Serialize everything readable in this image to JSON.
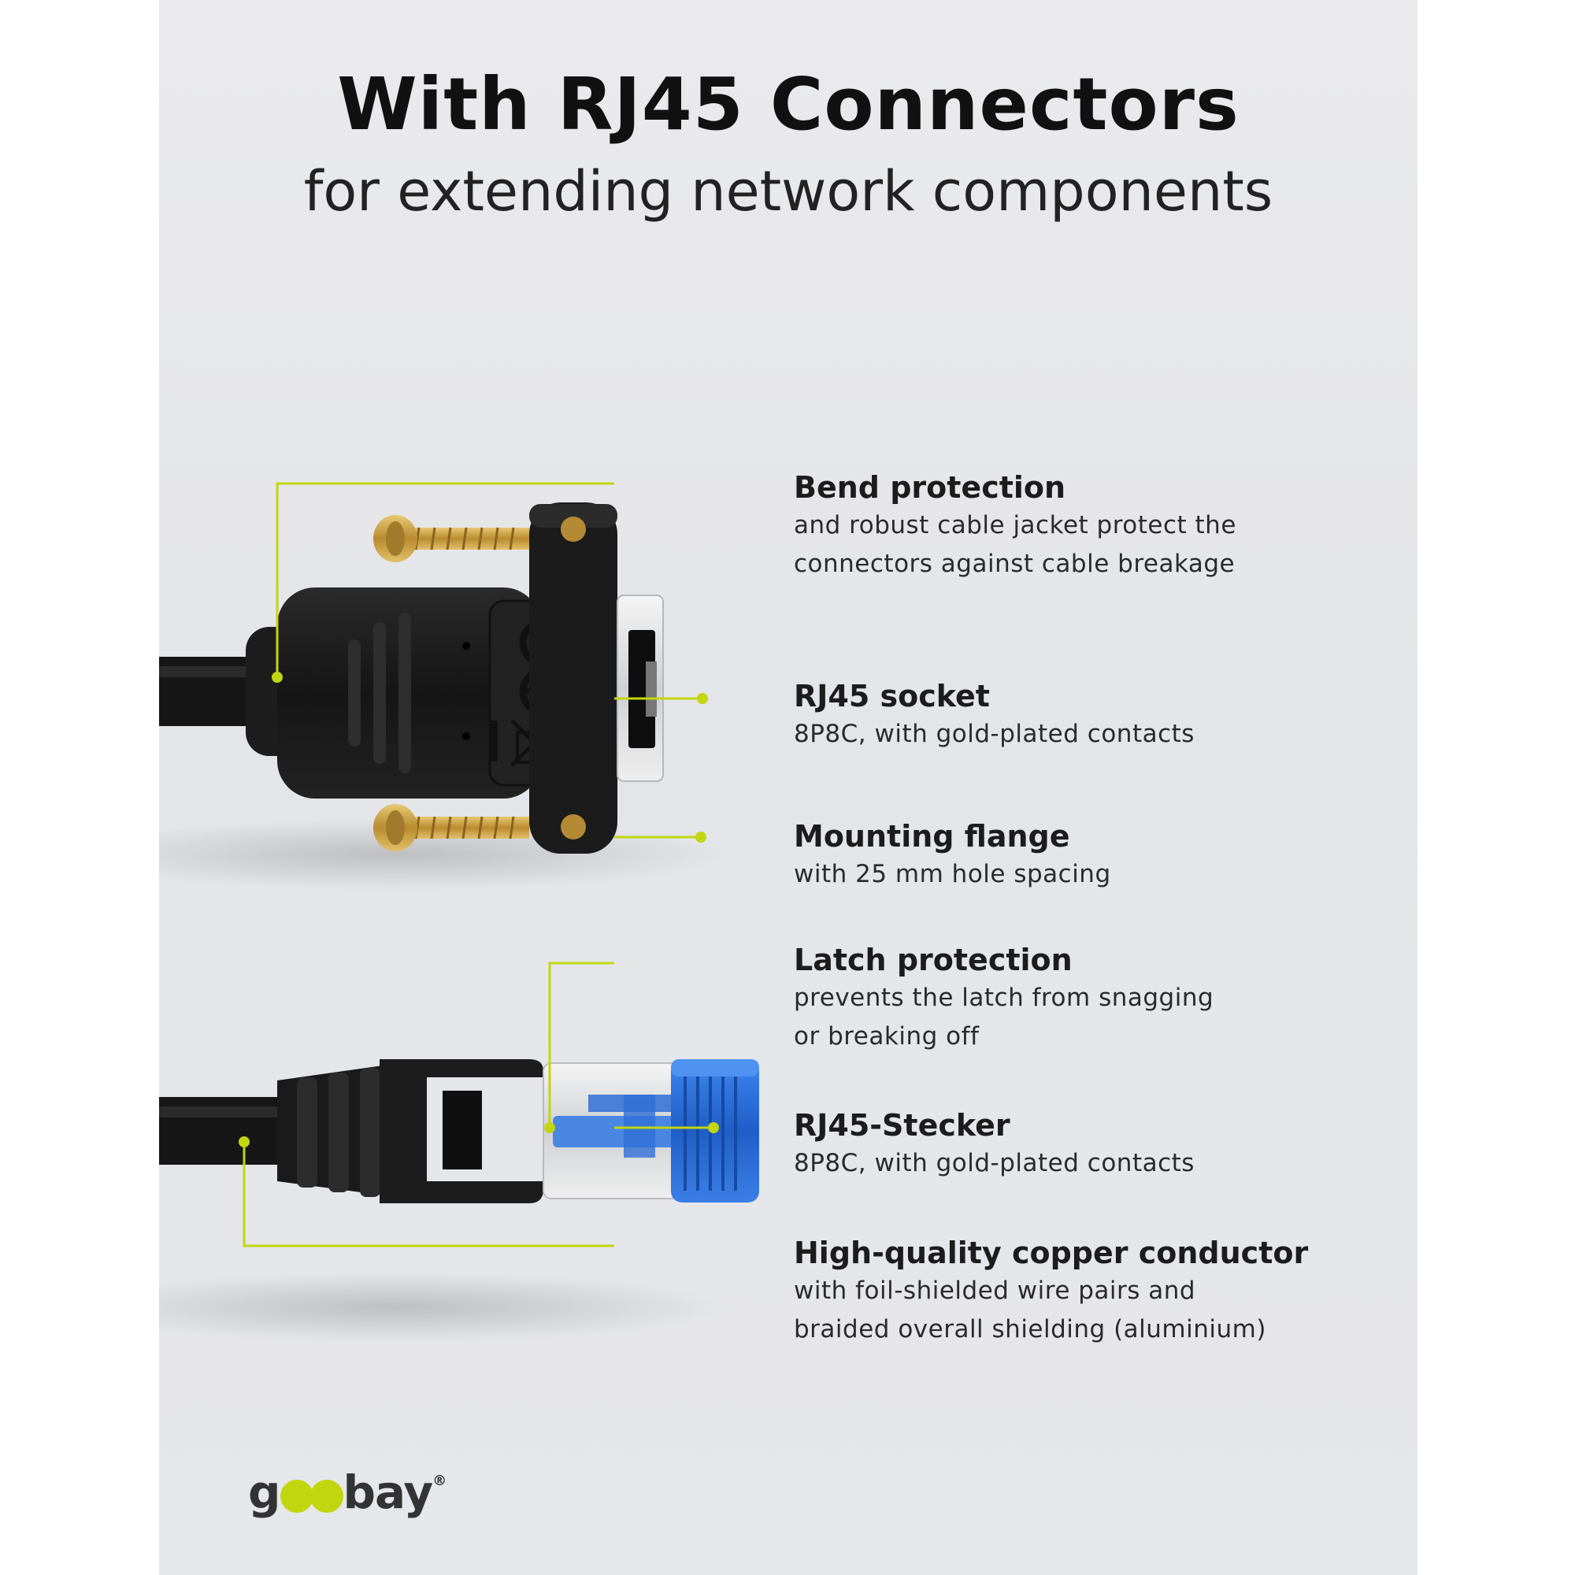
{
  "header": {
    "title": "With RJ45 Connectors",
    "subtitle": "for extending network components"
  },
  "callouts": [
    {
      "title": "Bend protection",
      "lines": [
        "and robust cable jacket protect the",
        "connectors against cable breakage"
      ]
    },
    {
      "title": "RJ45 socket",
      "lines": [
        "8P8C, with gold-plated contacts"
      ]
    },
    {
      "title": "Mounting flange",
      "lines": [
        "with 25 mm hole spacing"
      ]
    },
    {
      "title": "Latch protection",
      "lines": [
        "prevents the latch from snagging",
        "or breaking off"
      ]
    },
    {
      "title": "RJ45-Stecker",
      "lines": [
        "8P8C, with gold-plated contacts"
      ]
    },
    {
      "title": "High-quality copper conductor",
      "lines": [
        "with foil-shielded wire pairs and",
        "braided overall shielding (aluminium)"
      ]
    }
  ],
  "logo": {
    "prefix": "g",
    "suffix": "bay",
    "mark": "®"
  },
  "colors": {
    "accent": "#c2d60f",
    "connector": "#1a1a1a",
    "plug_blue": "#2f6fd6",
    "gold": "#c9a24a"
  }
}
